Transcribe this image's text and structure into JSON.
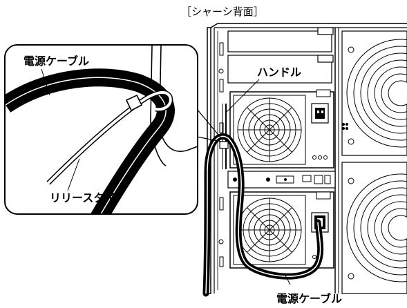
{
  "figure": {
    "title": "［シャーシ背面］",
    "labels": {
      "power_cable_inset": "電源ケーブル",
      "release_tie": "リリースタイ",
      "handle": "ハンドル",
      "power_cable_main": "電源ケーブル"
    }
  }
}
